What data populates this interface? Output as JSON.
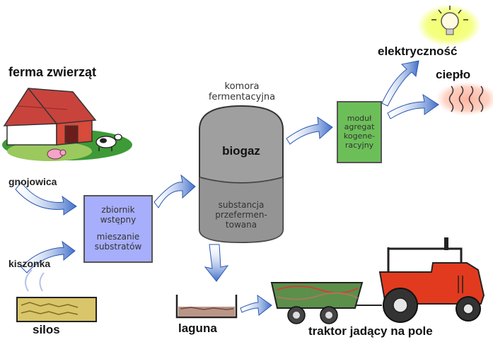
{
  "labels": {
    "farm": "ferma zwierząt",
    "slurry": "gnojowica",
    "silage": "kiszonka",
    "silo": "silos",
    "chamber_title": "komora\nfermentacyjna",
    "biogas": "biogaz",
    "digestate": "substancja\nprzefermen-\ntowana",
    "tank": "zbiornik\nwstępny",
    "mixing": "mieszanie\nsubstratów",
    "cogen": "moduł\nagregat\nkogene-\nracyjny",
    "electricity": "elektryczność",
    "heat": "ciepło",
    "lagoon": "laguna",
    "tractor": "traktor jadący na pole"
  },
  "colors": {
    "tank_box": "#a7aefc",
    "cogen_box": "#6cbf58",
    "chamber_body": "#9f9f9f",
    "arrow_blue": "#3f6ec9",
    "tractor_red": "#e23a1f",
    "barn_red": "#c9433d",
    "bulb_glow": "#f2ff66",
    "heat_glow": "#ffb4a0",
    "grass": "#3e9a36"
  },
  "icons": [
    "barn-icon",
    "cow-icon",
    "pig-icon",
    "light-bulb-icon",
    "heat-waves-icon",
    "silo-icon",
    "lagoon-icon",
    "tractor-icon",
    "trailer-icon",
    "fermentation-tank-icon"
  ]
}
